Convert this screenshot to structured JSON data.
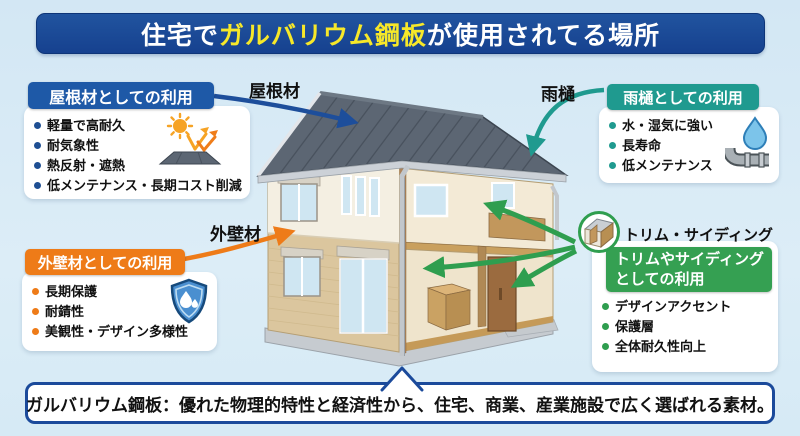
{
  "title": {
    "prefix": "住宅で",
    "highlight": "ガルバリウム鋼板",
    "suffix": "が使用されてる場所"
  },
  "callouts": {
    "roof": {
      "header": "屋根材としての利用",
      "arrow_label": "屋根材",
      "items": [
        "軽量で高耐久",
        "耐気象性",
        "熱反射・遮熱",
        "低メンテナンス・長期コスト削減"
      ],
      "accent": "#1e59a7",
      "icon": "sun-reflection-icon"
    },
    "gutter": {
      "header": "雨樋としての利用",
      "arrow_label": "雨樋",
      "items": [
        "水・湿気に強い",
        "長寿命",
        "低メンテナンス"
      ],
      "accent": "#1f9a8f",
      "icon": "water-drop-pipe-icon"
    },
    "wall": {
      "header": "外壁材としての利用",
      "arrow_label": "外壁材",
      "items": [
        "長期保護",
        "耐錆性",
        "美観性・デザイン多様性"
      ],
      "accent": "#ee7b18",
      "icon": "shield-drop-icon"
    },
    "trim": {
      "label": "トリム・サイディング",
      "header_line1": "トリムやサイディング",
      "header_line2": "としての利用",
      "items": [
        "デザインアクセント",
        "保護層",
        "全体耐久性向上"
      ],
      "accent": "#2f9e4f",
      "icon": "trim-corner-icon"
    }
  },
  "footer": {
    "text": "ガルバリウム鋼板：優れた物理的特性と経済性から、住宅、商業、産業施設で広く選ばれる素材。"
  },
  "colors": {
    "background": "#d7e9f4",
    "title_bar": "#1b4a9b",
    "title_highlight": "#f7e829",
    "roof_accent": "#1e59a7",
    "gutter_accent": "#1f9a8f",
    "wall_accent": "#ee7b18",
    "trim_accent": "#2f9e4f",
    "house_roof": "#5c6673",
    "house_wall": "#dbc69e"
  }
}
